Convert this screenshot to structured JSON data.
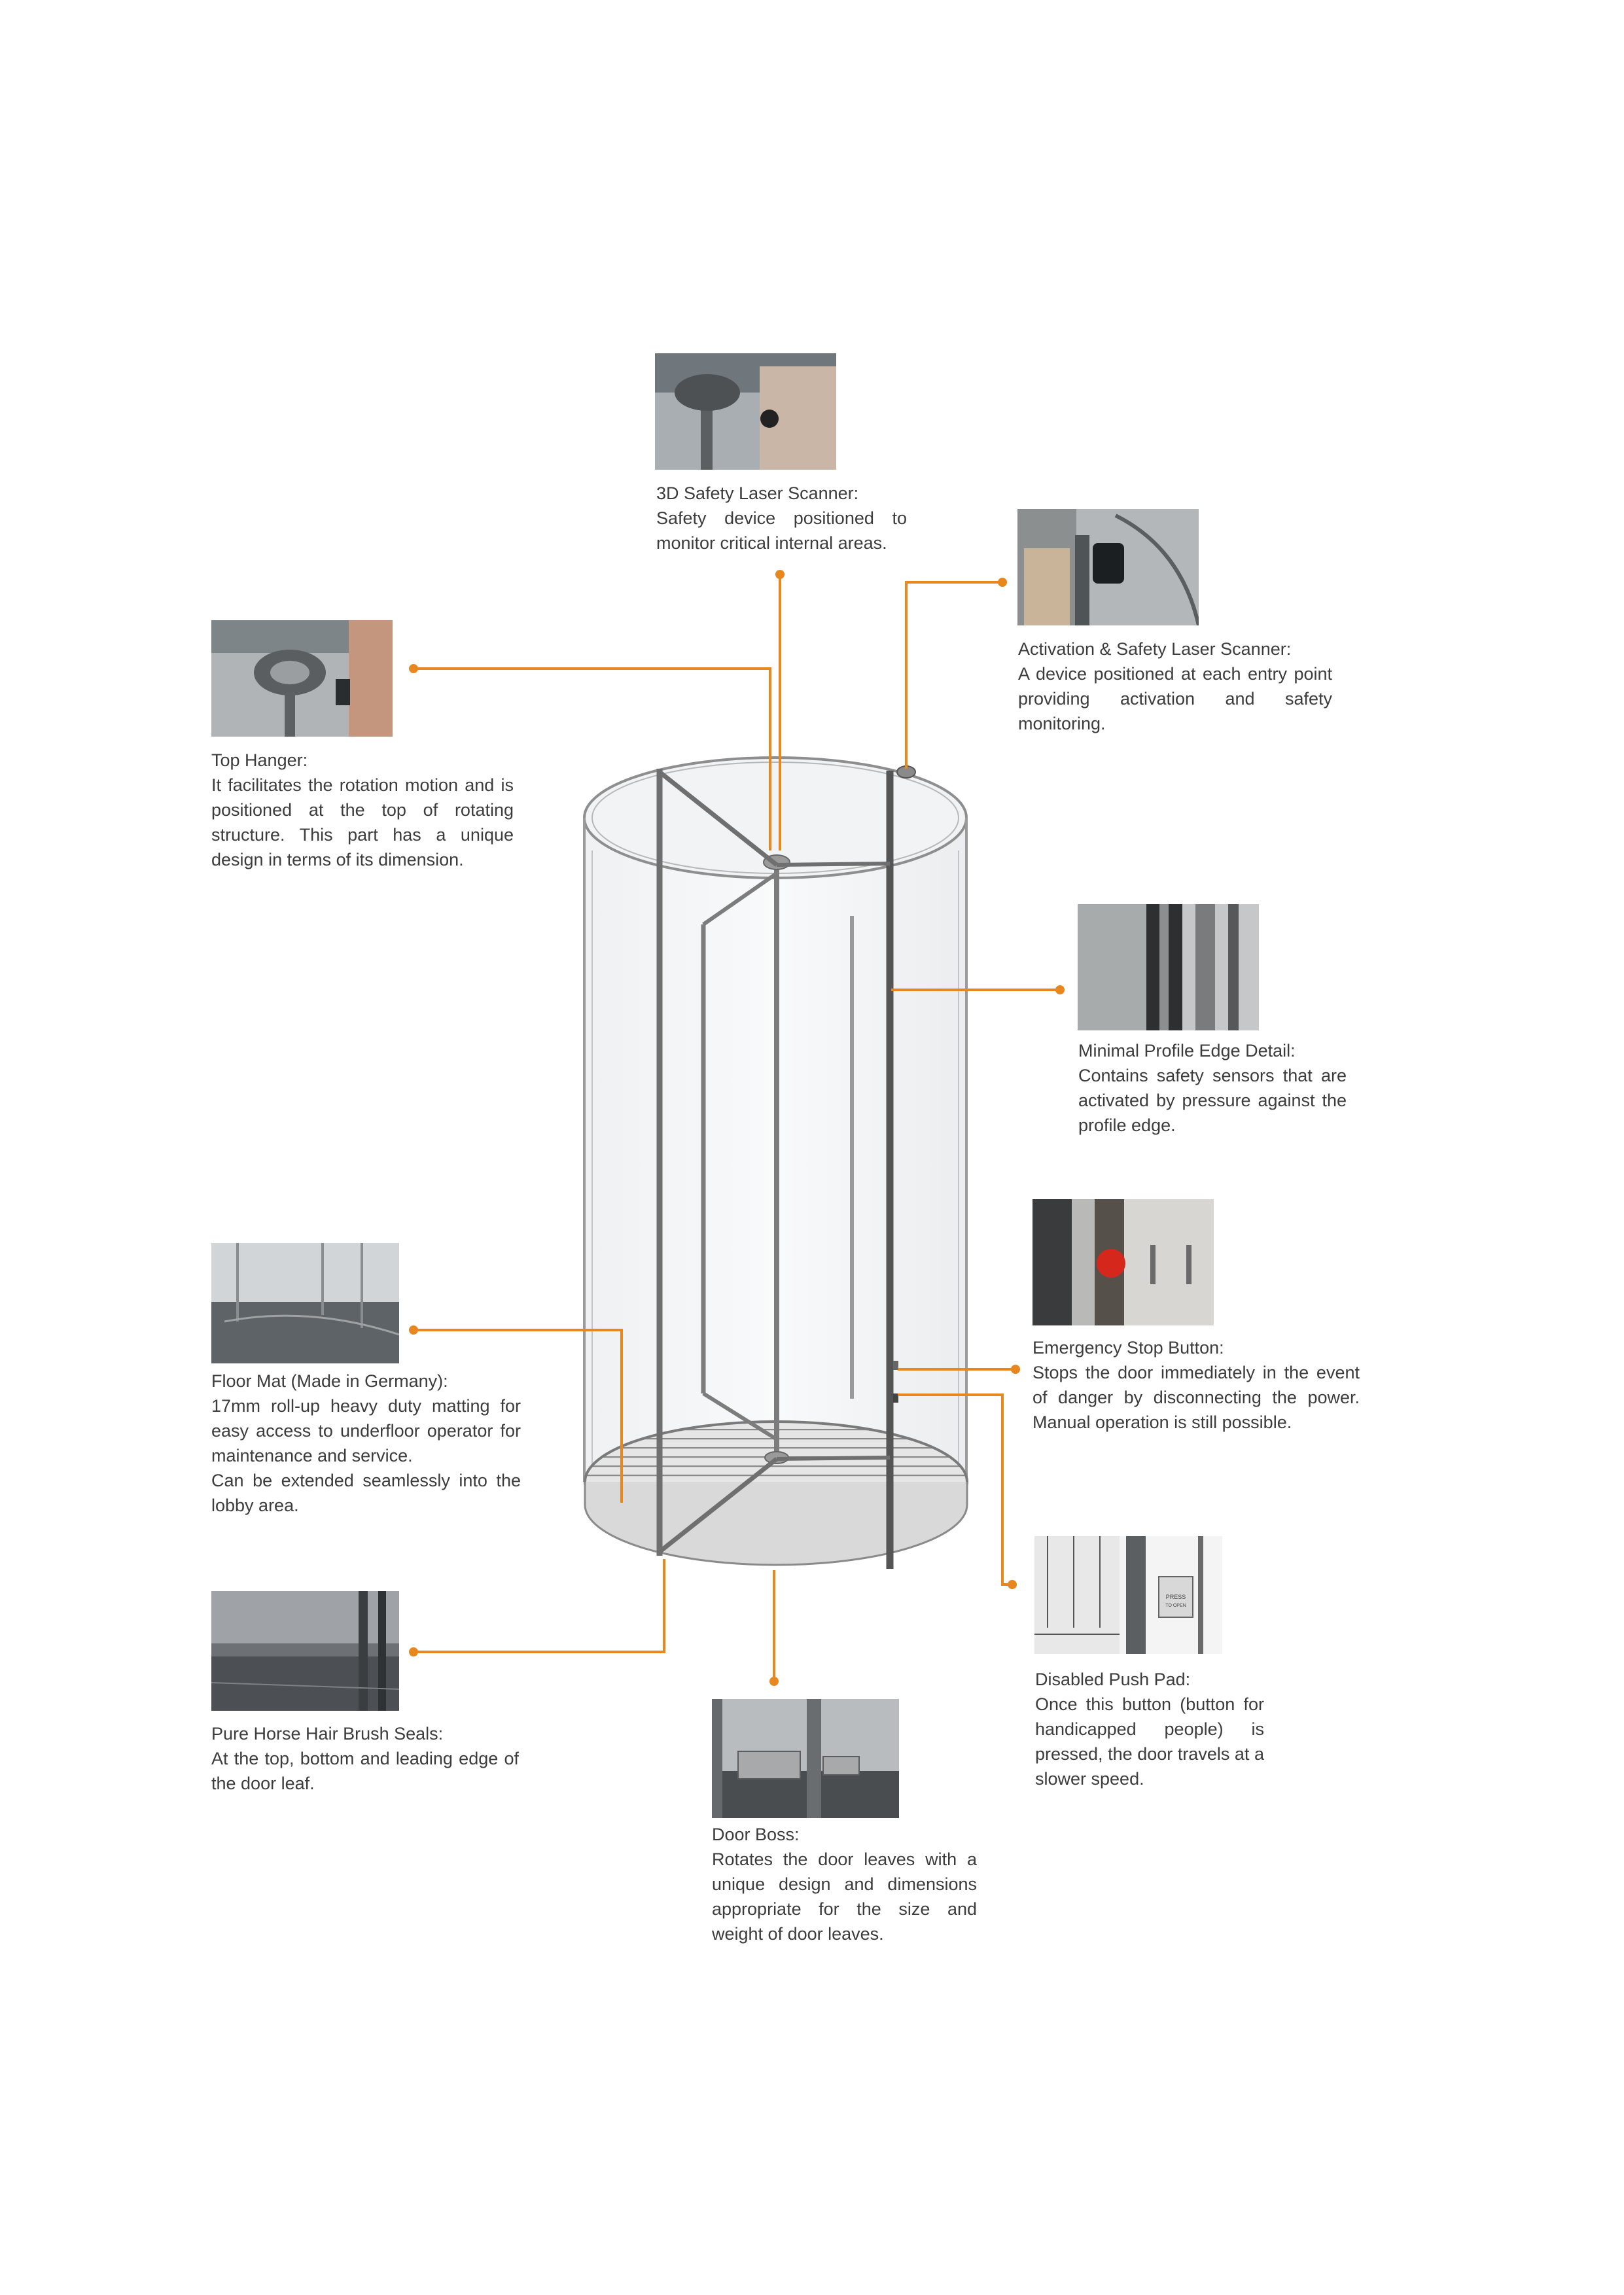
{
  "accent_color": "#e8871e",
  "callouts": {
    "laser3d": {
      "title": "3D Safety Laser Scanner:",
      "description": "Safety device positioned to monitor critical internal areas."
    },
    "activation": {
      "title": "Activation & Safety Laser Scanner:",
      "description": "A device positioned at each entry point providing activation and safety monitoring."
    },
    "top_hanger": {
      "title": "Top Hanger:",
      "description": "It facilitates the rotation motion and is positioned at the top of rotating structure. This part has a unique design in terms of its dimension."
    },
    "edge": {
      "title": "Minimal Profile Edge Detail:",
      "description": "Contains safety sensors that are activated by pressure against the profile edge."
    },
    "emergency": {
      "title": "Emergency Stop Button:",
      "description": "Stops the door immediately in the event of danger by disconnecting the power. Manual operation is still possible."
    },
    "floor_mat": {
      "title": "Floor Mat (Made in Germany):",
      "description": "17mm roll-up heavy duty matting for easy access to underfloor operator for maintenance and service.\nCan be extended seamlessly into the lobby area."
    },
    "brush": {
      "title": "Pure Horse Hair Brush Seals:",
      "description": "At the top, bottom and leading edge of the door leaf."
    },
    "door_boss": {
      "title": "Door Boss:",
      "description": "Rotates the door leaves with a unique design and dimensions appropriate for the size and weight of door leaves."
    },
    "push_pad": {
      "title": "Disabled Push Pad:",
      "description": "Once this button (button for handicapped people) is pressed, the door travels at a slower speed."
    }
  },
  "push_pad_sign": {
    "line1": "PRESS",
    "line2": "TO OPEN"
  }
}
